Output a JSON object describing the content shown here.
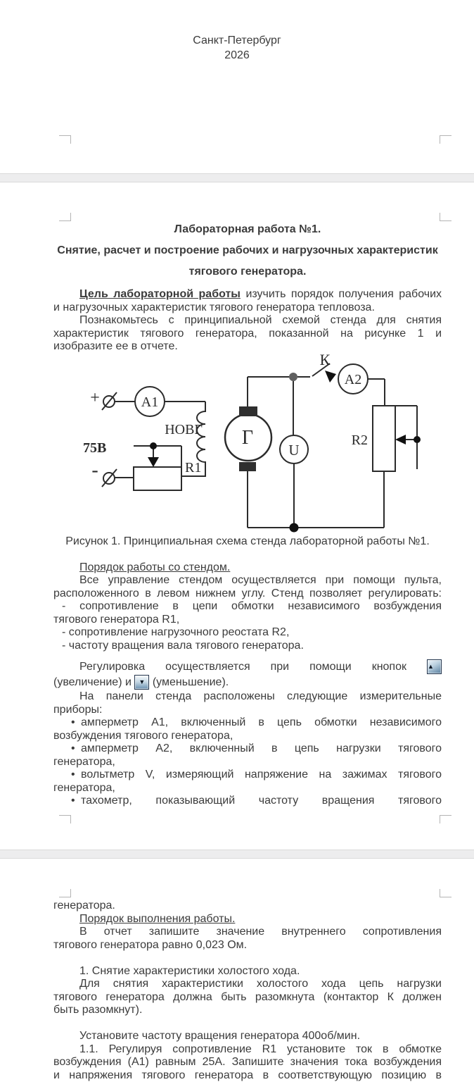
{
  "colors": {
    "page_bg": "#ffffff",
    "gap_band": "#ededee",
    "text": "#3b3b3b",
    "corner_mark": "#b4b4b4",
    "button_border": "#24364e",
    "button_face": "#bcd1e0"
  },
  "page1": {
    "city": "Санкт-Петербург",
    "year": "2026"
  },
  "page2": {
    "title_line1": "Лабораторная работа №1.",
    "title_line2": "Снятие, расчет и построение рабочих и нагрузочных характеристик",
    "title_line3": "тягового генератора.",
    "goal_label": "Цель лабораторной работы",
    "goal_rest": "изучить порядок получения рабочих",
    "goal_line2": "и нагрузочных характеристик тягового генератора тепловоза.",
    "intro_line1": "Познакомьтесь с принципиальной схемой стенда для снятия",
    "intro_line2": "характеристик тягового генератора, показанной на рисунке 1 и",
    "intro_line3": "изобразите ее в отчете.",
    "figure_caption": "Рисунок 1. Принципиальная схема стенда лабораторной работы №1.",
    "stand_heading": "Порядок работы со стендом.",
    "stand_line1": "Все управление стендом осуществляется при помощи пульта,",
    "stand_line2": "расположенного в левом нижнем углу. Стенд позволяет регулировать:",
    "item1_line1": "- сопротивление в цепи обмотки независимого возбуждения",
    "item1_line2": "тягового генератора R1,",
    "item2": "- сопротивление нагрузочного реостата R2,",
    "item3": "- частоту вращения вала тягового генератора.",
    "reg_line1": "Регулировка осуществляется при помощи кнопок",
    "reg_line2a": "(увеличение) и",
    "reg_line2b": "(уменьшение).",
    "panel_line1": "На панели стенда расположены следующие измерительные",
    "panel_line2": "приборы:",
    "bullet_char": "•",
    "bullet1_line1": "амперметр А1, включенный в цепь обмотки независимого",
    "bullet1_line2": "возбуждения тягового генератора,",
    "bullet2_line1": "амперметр А2, включенный в цепь нагрузки тягового",
    "bullet2_line2": "генератора,",
    "bullet3_line1": "вольтметр V, измеряющий напряжение на зажимах тягового",
    "bullet3_line2": "генератора,",
    "bullet4_line1": "тахометр, показывающий частоту вращения тягового"
  },
  "page3": {
    "line1": "генератора.",
    "heading": "Порядок выполнения работы.",
    "report_line1": "В отчет запишите значение внутреннего сопротивления",
    "report_line2": "тягового генератора равно 0,023 Ом.",
    "step1_title": "1. Снятие характеристики холостого хода.",
    "step1_line1": "Для снятия характеристики холостого хода цепь нагрузки",
    "step1_line2": "тягового генератора должна быть разомкнута (контактор К должен",
    "step1_line3": "быть разомкнут).",
    "rpm_line": "Установите частоту вращения генератора 400об/мин.",
    "step11_line1": "1.1. Регулируя сопротивление R1 установите ток в обмотке",
    "step11_line2": "возбуждения (А1) равным 25А. Запишите значения тока возбуждения",
    "step11_line3": "и напряжения тягового генератора в соответствующую позицию в"
  },
  "buttons": {
    "up_symbol": "▲",
    "down_symbol": "▼"
  },
  "diagram": {
    "plus": "+",
    "minus": "-",
    "supply_voltage": "75В",
    "winding": "НОВГ",
    "rheostat1": "R1",
    "rheostat2": "R2",
    "ammeter1": "A1",
    "ammeter2": "A2",
    "generator": "Г",
    "voltmeter": "U",
    "contactor": "К"
  }
}
